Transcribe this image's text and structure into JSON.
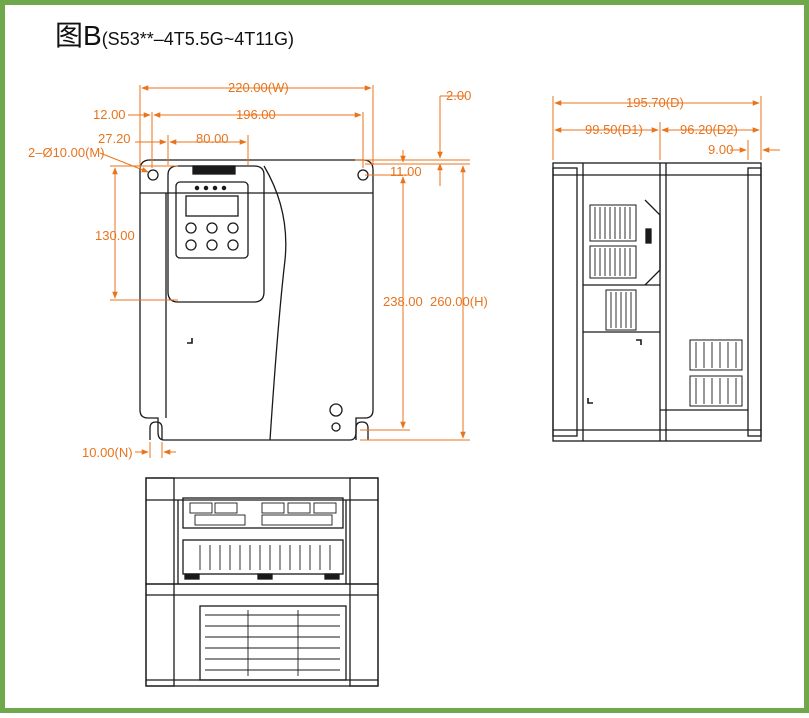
{
  "title": {
    "main": "图B",
    "model": "(S53**–4T5.5G~4T11G)"
  },
  "colors": {
    "frame": "#6fa84a",
    "dimension": "#e8741e",
    "drawing": "#1a1a1a"
  },
  "front_view": {
    "dimensions": {
      "width_w": "220.00(W)",
      "hole_spacing": "196.00",
      "edge_offset": "12.00",
      "panel_offset": "27.20",
      "panel_width": "80.00",
      "mount_hole": "2–Ø10.00(M)",
      "panel_height": "130.00",
      "top_gap": "2.00",
      "hole_top": "11.00",
      "hole_spacing_v": "238.00",
      "height_h": "260.00(H)",
      "slot_width": "10.00(N)"
    }
  },
  "side_view": {
    "dimensions": {
      "depth_d": "195.70(D)",
      "depth_d1": "99.50(D1)",
      "depth_d2": "96.20(D2)",
      "offset": "9.00"
    }
  },
  "bottom_view": {}
}
